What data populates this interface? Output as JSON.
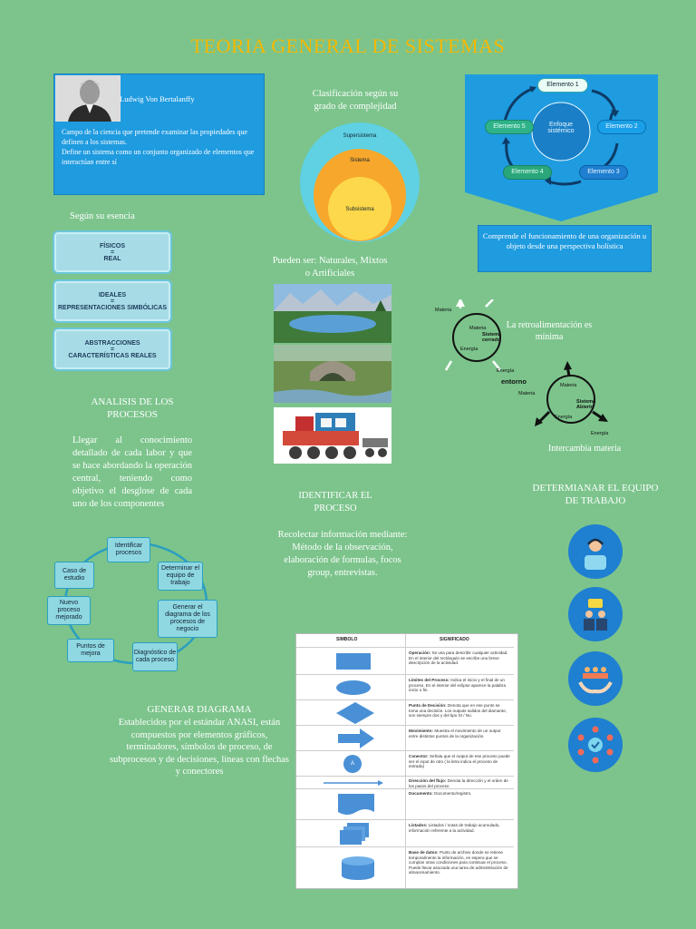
{
  "title": "TEORIA GENERAL DE SISTEMAS",
  "author_box": {
    "name": "Ludwig Von Bertalanffy",
    "text1": "Campo de la ciencia que pretende examinar las propiedades que definen a los sistemas.",
    "text2": "Define un sistema como un conjunto organizado de elementos que interactúan entre sí"
  },
  "classification": {
    "heading": "Clasificación según su grado de complejidad",
    "rings": [
      "Supersistema",
      "Sistema",
      "Subsistema"
    ]
  },
  "enfoque": {
    "center": "Enfoque sistémico",
    "elements": [
      "Elemento 1",
      "Elemento 2",
      "Elemento 3",
      "Elemento 4",
      "Elemento 5"
    ],
    "caption": "Comprende el funcionamiento de una organización u objeto desde una perspectiva holística"
  },
  "esencia": {
    "heading": "Según su esencia",
    "items": [
      {
        "line1": "FÍSICOS",
        "line2": "=",
        "line3": "REAL"
      },
      {
        "line1": "IDEALES",
        "line2": "=",
        "line3": "REPRESENTACIONES SIMBÓLICAS"
      },
      {
        "line1": "ABSTRACCIONES",
        "line2": "=",
        "line3": "CARACTERÍSTICAS REALES"
      }
    ]
  },
  "naturales": {
    "heading": "Pueden ser: Naturales, Mixtos o Artificiales"
  },
  "sistemas_diag": {
    "closed_title": "Sistema cerrado",
    "open_title": "Sistema Abierto",
    "materia": "Materia",
    "energia": "Energía",
    "entorno": "entorno",
    "retro": "La retroalimentación es mínima",
    "intercambia": "Intercambia materia"
  },
  "analisis": {
    "heading": "ANALISIS DE LOS PROCESOS",
    "body": "Llegar al conocimiento detallado de cada labor y que se hace abordando la operación central, teniendo como objetivo el desglose de cada uno de los componentes"
  },
  "cycle": {
    "nodes": [
      "Identificar procesos",
      "Determinar el equipo de trabajo",
      "Generar el diagrama de los procesos de negocio",
      "Diagnóstico de cada proceso",
      "Puntos de mejora",
      "Nuevo proceso mejorado",
      "Caso de estudio"
    ]
  },
  "identificar": {
    "heading": "IDENTIFICAR EL PROCESO",
    "body": "Recolectar información mediante: Método de la observación, elaboración de formulas, focos group, entrevistas."
  },
  "equipo": {
    "heading": "DETERMIANAR EL EQUIPO DE TRABAJO",
    "icons": [
      "person-headset-icon",
      "team-meeting-icon",
      "group-hands-icon",
      "network-people-icon"
    ]
  },
  "generar": {
    "heading": "GENERAR DIAGRAMA",
    "body": "Establecidos por el estándar ANASI, están compuestos por elementos gráficos, terminadores, símbolos de proceso, de subprocesos y de decisiones, líneas con flechas y conectores"
  },
  "symbols": {
    "col1": "SIMBOLO",
    "col2": "SIGNIFICADO",
    "rows": [
      {
        "title": "Operación:",
        "desc": "Se usa para describir cualquier actividad. En el interior del rectángulo se escribe una breve descripción de la actividad."
      },
      {
        "title": "Límites del Proceso:",
        "desc": "Indica el inicio y el final de un proceso. En el interior del eclipse aparece la palabra inicio o fin."
      },
      {
        "title": "Punto de Decisión:",
        "desc": "Denota que en ese punto se toma una decisión. Los outputs salidos del diamante, son siempre dos y del tipo SI / No."
      },
      {
        "title": "Movimiento:",
        "desc": "Muestra el movimiento de un output entre distintos puntos de la organización."
      },
      {
        "title": "Conector:",
        "desc": "Señala que el output de ese proceso puede ser el input de otro ( la letra indica el proceso de entrada)"
      },
      {
        "title": "Dirección del flujo:",
        "desc": "Denota la dirección y el orden de los pasos del proceso"
      },
      {
        "title": "Documento:",
        "desc": "Documento/registro."
      },
      {
        "title": "Listados:",
        "desc": "Listados / notas de trabajo acumulado, información referente a la actividad."
      },
      {
        "title": "Base de datos:",
        "desc": "Punto de archivo donde se retiene temporalmente la información, en espera que se cumplan otras condiciones para continuar el proceso. Puede llevar asociada una tarea de administración de almacenamiento."
      }
    ],
    "connector_letter": "A"
  },
  "colors": {
    "background": "#7cc48c",
    "title": "#f5b800",
    "blue": "#1f9be0"
  }
}
